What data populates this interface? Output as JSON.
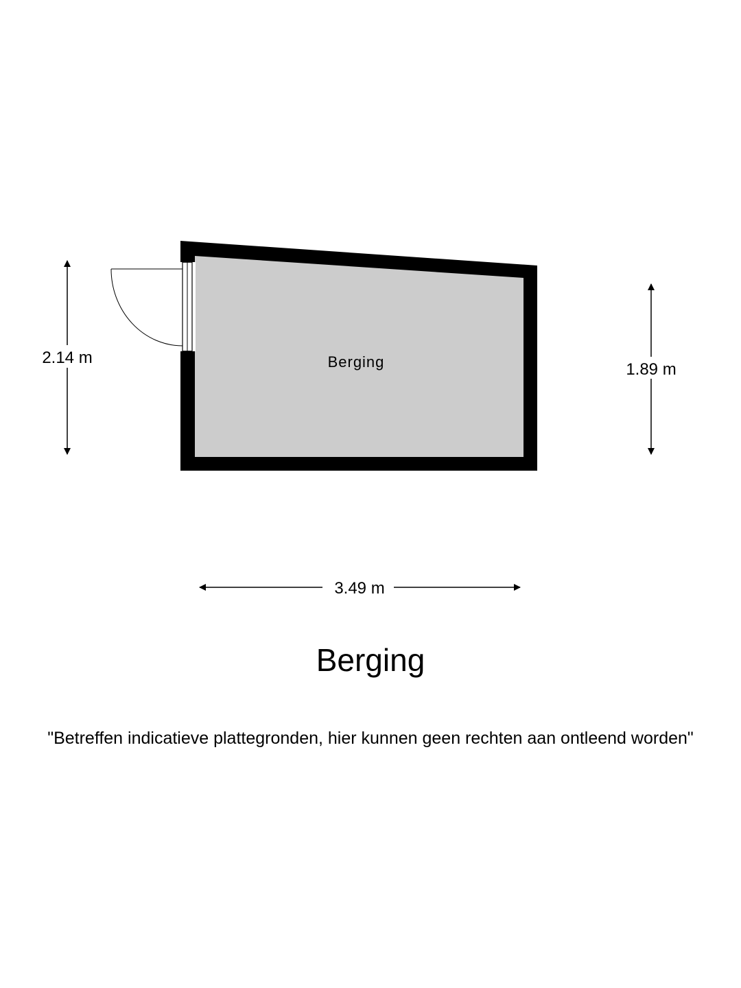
{
  "room": {
    "name": "Berging",
    "floor_color": "#cccccc",
    "wall_color": "#000000"
  },
  "dimensions": {
    "left_height": "2.14 m",
    "right_height": "1.89 m",
    "width": "3.49 m"
  },
  "title": "Berging",
  "disclaimer": "\"Betreffen indicatieve plattegronden, hier kunnen geen rechten aan ontleend worden\""
}
